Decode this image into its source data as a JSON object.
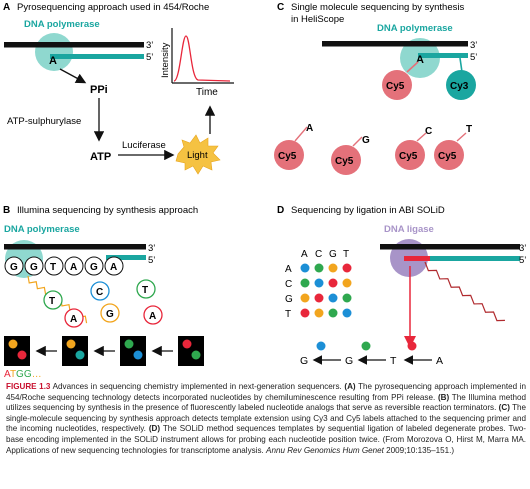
{
  "panelA": {
    "letter": "A",
    "title": "Pyrosequencing approach used in 454/Roche",
    "enzyme": "DNA polymerase",
    "enzyme_letter": "A",
    "prime3": "3’",
    "prime5": "5’",
    "ppi": "PPi",
    "sulph": "ATP-sulphurylase",
    "atp": "ATP",
    "luciferase": "Luciferase",
    "light": "Light",
    "plot_ylabel": "Intensity",
    "plot_xlabel": "Time"
  },
  "panelB": {
    "letter": "B",
    "title": "Illumina sequencing by synthesis approach",
    "enzyme": "DNA polymerase",
    "prime3": "3’",
    "prime5": "5’",
    "strand": [
      "G",
      "G",
      "T",
      "A",
      "G",
      "A"
    ],
    "free": [
      "C",
      "T",
      "T",
      "A",
      "G",
      "A"
    ],
    "readout": [
      "A",
      "T",
      "G",
      "G",
      "…"
    ],
    "readout_colors": [
      "#e8273b",
      "#f2a51e",
      "#2fa84f",
      "#2fa84f",
      "#f2a51e"
    ]
  },
  "panelC": {
    "letter": "C",
    "title_line1": "Single molecule sequencing by synthesis",
    "title_line2": "in HeliScope",
    "enzyme": "DNA polymerase",
    "enzyme_letter": "A",
    "prime3": "3’",
    "prime5": "5’",
    "label_cy5": "Cy5",
    "label_cy3": "Cy3",
    "probes": [
      "A",
      "G",
      "C",
      "T"
    ]
  },
  "panelD": {
    "letter": "D",
    "title": "Sequencing by ligation in ABI SOLiD",
    "enzyme": "DNA ligase",
    "prime3": "3’",
    "prime5": "5’",
    "matrix_cols": [
      "A",
      "C",
      "G",
      "T"
    ],
    "matrix_rows": [
      "A",
      "C",
      "G",
      "T"
    ],
    "bases": [
      "G",
      "G",
      "T",
      "A"
    ]
  },
  "colors": {
    "teal": "#1aa6a0",
    "light_teal": "#8fd8cf",
    "pink": "#e4717a",
    "red": "#e8273b",
    "lavender": "#a894c8",
    "blue": "#1c8fd6",
    "green": "#2fa84f",
    "yellow": "#f2a51e",
    "orange_wave": "#f2a51e",
    "dark_red_wave": "#b02a2e"
  },
  "caption": {
    "figure_label": "FIGURE 1.3",
    "lead": "Advances in sequencing chemistry implemented in next-generation sequencers.",
    "a_label": "(A)",
    "a_text": "The pyrosequencing approach implemented in 454/Roche sequencing technology detects incorporated nucleotides by chemiluminescence resulting from PPi release.",
    "b_label": "(B)",
    "b_text": "The Illumina method utilizes sequencing by synthesis in the presence of fluorescently labeled nucleotide analogs that serve as reversible reaction terminators.",
    "c_label": "(C)",
    "c_text": "The single-molecule sequencing by synthesis approach detects template extension using Cy3 and Cy5 labels attached to the sequencing primer and the incoming nucleotides, respectively.",
    "d_label": "(D)",
    "d_text": "The SOLiD method sequences templates by sequential ligation of labeled degenerate probes. Two-base encoding implemented in the SOLiD instrument allows for probing each nucleotide position twice.",
    "citation_prefix": "(From Morozova O, Hirst M, Marra MA. Applications of new sequencing technologies for transcriptome analysis.",
    "journal": "Annu Rev Genomics Hum Genet",
    "citation_suffix": "2009;10:135–151.)"
  }
}
